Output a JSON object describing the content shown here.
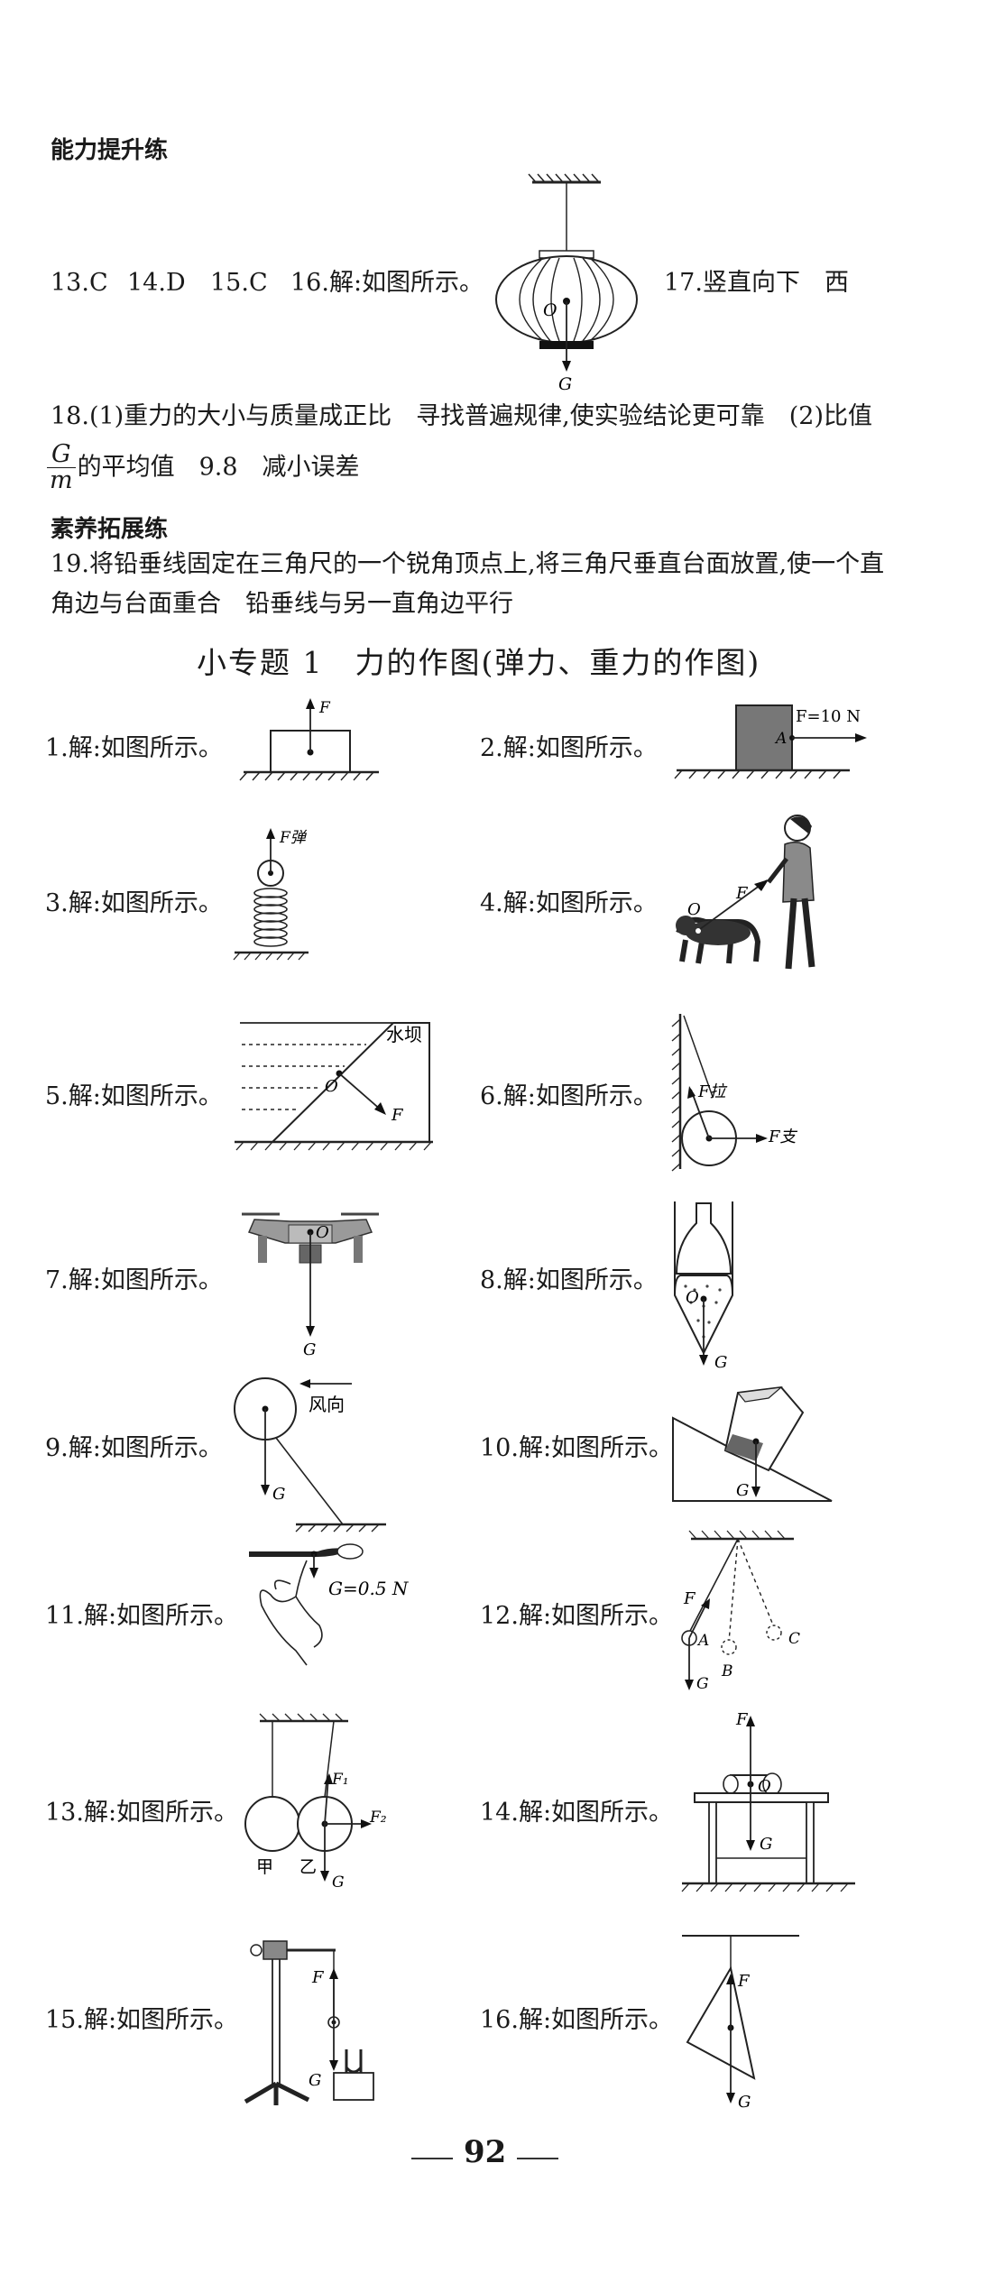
{
  "sections": {
    "ability": "能力提升练",
    "literacy": "素养拓展练"
  },
  "q13_16": {
    "q13": "13.C",
    "q14": "14.D",
    "q15": "15.C",
    "q16": "16.解:如图所示。",
    "q17": "17.竖直向下　西"
  },
  "q18": {
    "line1": "18.(1)重力的大小与质量成正比　寻找普遍规律,使实验结论更可靠　(2)比值",
    "frac_num": "G",
    "frac_den": "m",
    "line2_rest": "的平均值　9.8　减小误差"
  },
  "q19": {
    "line1": "19.将铅垂线固定在三角尺的一个锐角顶点上,将三角尺垂直台面放置,使一个直",
    "line2": "角边与台面重合　铅垂线与另一直角边平行"
  },
  "topic_title": "小专题 1　力的作图(弹力、重力的作图)",
  "items": [
    "1.解:如图所示。",
    "2.解:如图所示。",
    "3.解:如图所示。",
    "4.解:如图所示。",
    "5.解:如图所示。",
    "6.解:如图所示。",
    "7.解:如图所示。",
    "8.解:如图所示。",
    "9.解:如图所示。",
    "10.解:如图所示。",
    "11.解:如图所示。",
    "12.解:如图所示。",
    "13.解:如图所示。",
    "14.解:如图所示。",
    "15.解:如图所示。",
    "16.解:如图所示。"
  ],
  "labels": {
    "O": "O",
    "G": "G",
    "F": "F",
    "A": "A",
    "B": "B",
    "C": "C",
    "F10": "F=10 N",
    "Ftan": "F弹",
    "Fla": "F拉",
    "Fzhi": "F支",
    "dam": "水坝",
    "wind": "风向",
    "G05": "G=0.5 N",
    "F1": "F₁",
    "F2": "F₂",
    "jia": "甲",
    "yi": "乙"
  },
  "page_number": "92"
}
